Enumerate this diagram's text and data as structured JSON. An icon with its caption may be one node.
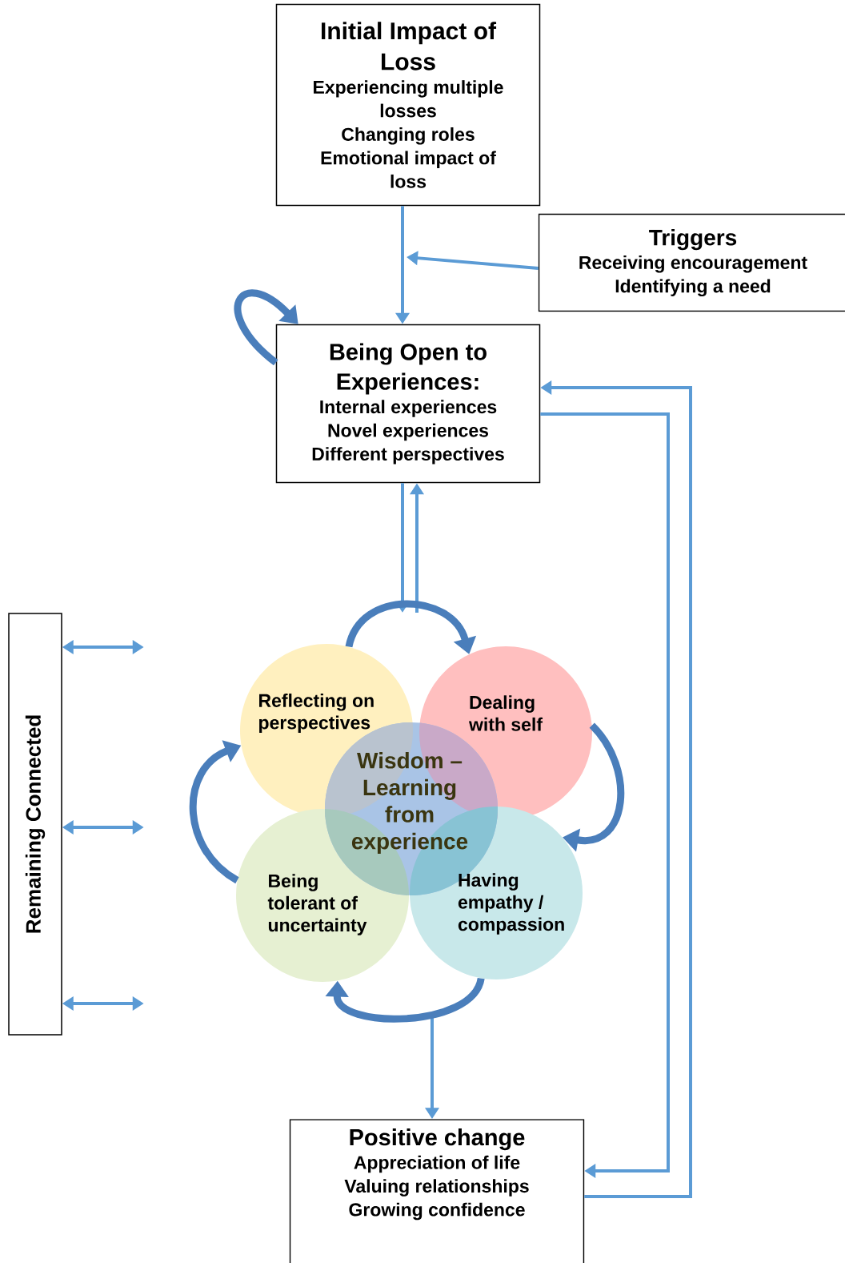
{
  "diagram": {
    "nodes": [
      {
        "text": [
          "Initial Impact of Loss",
          "Experiencing multiple losses",
          "Changing roles",
          "Emotional impact of loss"
        ]
      },
      {
        "text": [
          "Triggers",
          "Receiving encouragement",
          "Identifying a need"
        ]
      },
      {
        "text": [
          "Being Open to Experiences:",
          "Internal experiences",
          "Novel experiences",
          "Different perspectives"
        ]
      },
      {
        "text": [
          "Remaining Connected"
        ]
      },
      {
        "text": [
          "Reflecting on perspectives"
        ]
      },
      {
        "text": [
          "Dealing with self"
        ]
      },
      {
        "text": [
          "Wisdom – Learning from experience"
        ]
      },
      {
        "text": [
          "Being tolerant of uncertainty"
        ]
      },
      {
        "text": [
          "Having empathy / compassion"
        ]
      },
      {
        "text": [
          "Positive change",
          "Appreciation of life",
          "Valuing relationships",
          "Growing confidence"
        ]
      }
    ],
    "edges": [
      {
        "from": 0,
        "to": 2,
        "arrow": "to"
      },
      {
        "from": 1,
        "to": null,
        "arrow": "to"
      },
      {
        "from": 2,
        "to": 2,
        "arrow": "to",
        "style": "thick"
      },
      {
        "from": 2,
        "to": null,
        "arrow": "to"
      },
      {
        "from": null,
        "to": 2,
        "arrow": "to"
      },
      {
        "from": 2,
        "to": 9,
        "arrow": "to"
      },
      {
        "from": 9,
        "to": 2,
        "arrow": "to"
      },
      {
        "from": null,
        "to": 9,
        "arrow": "to"
      },
      {
        "from": 4,
        "to": 5,
        "arrow": "to",
        "style": "thick"
      },
      {
        "from": 5,
        "to": 8,
        "arrow": "to",
        "style": "thick"
      },
      {
        "from": 8,
        "to": 7,
        "arrow": "to",
        "style": "thick"
      },
      {
        "from": 7,
        "to": 4,
        "arrow": "to",
        "style": "thick"
      },
      {
        "from": 3,
        "to": null,
        "arrow": "both"
      },
      {
        "from": 3,
        "to": null,
        "arrow": "both"
      },
      {
        "from": 3,
        "to": null,
        "arrow": "both"
      }
    ]
  }
}
